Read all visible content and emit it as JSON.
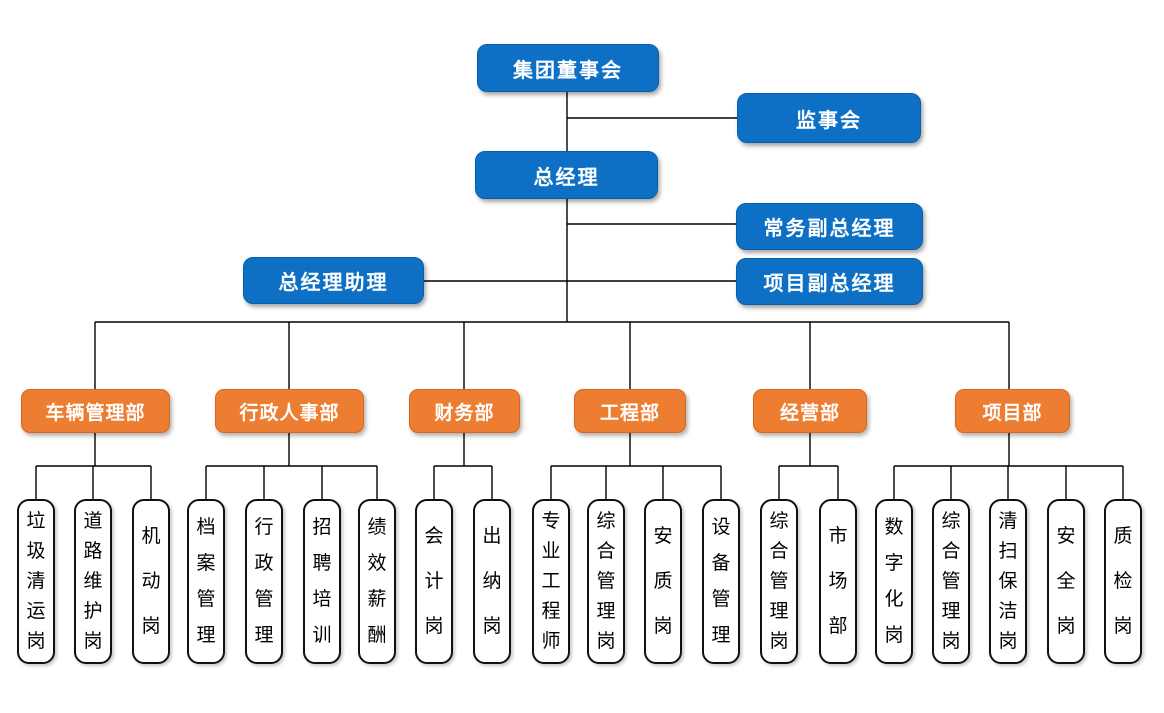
{
  "org": {
    "board": {
      "label": "集团董事会"
    },
    "supervisory": {
      "label": "监事会"
    },
    "general_manager": {
      "label": "总经理"
    },
    "executive_deputy_gm": {
      "label": "常务副总经理"
    },
    "gm_assistant": {
      "label": "总经理助理"
    },
    "project_deputy_gm": {
      "label": "项目副总经理"
    },
    "departments": [
      {
        "label": "车辆管理部",
        "positions": [
          "垃圾清运岗",
          "道路维护岗",
          "机动岗"
        ]
      },
      {
        "label": "行政人事部",
        "positions": [
          "档案管理",
          "行政管理",
          "招聘培训",
          "绩效薪酬"
        ]
      },
      {
        "label": "财务部",
        "positions": [
          "会计岗",
          "出纳岗"
        ]
      },
      {
        "label": "工程部",
        "positions": [
          "专业工程师",
          "综合管理岗",
          "安质岗",
          "设备管理"
        ]
      },
      {
        "label": "经营部",
        "positions": [
          "综合管理岗",
          "市场部"
        ]
      },
      {
        "label": "项目部",
        "positions": [
          "数字化岗",
          "综合管理岗",
          "清扫保洁岗",
          "安全岗",
          "质检岗"
        ]
      }
    ],
    "colors": {
      "executive_box_fill": "#0D70C4",
      "department_box_fill": "#ED7D31",
      "position_box_border": "#111111",
      "connector_line": "#000000",
      "box_text": "#ffffff"
    }
  }
}
